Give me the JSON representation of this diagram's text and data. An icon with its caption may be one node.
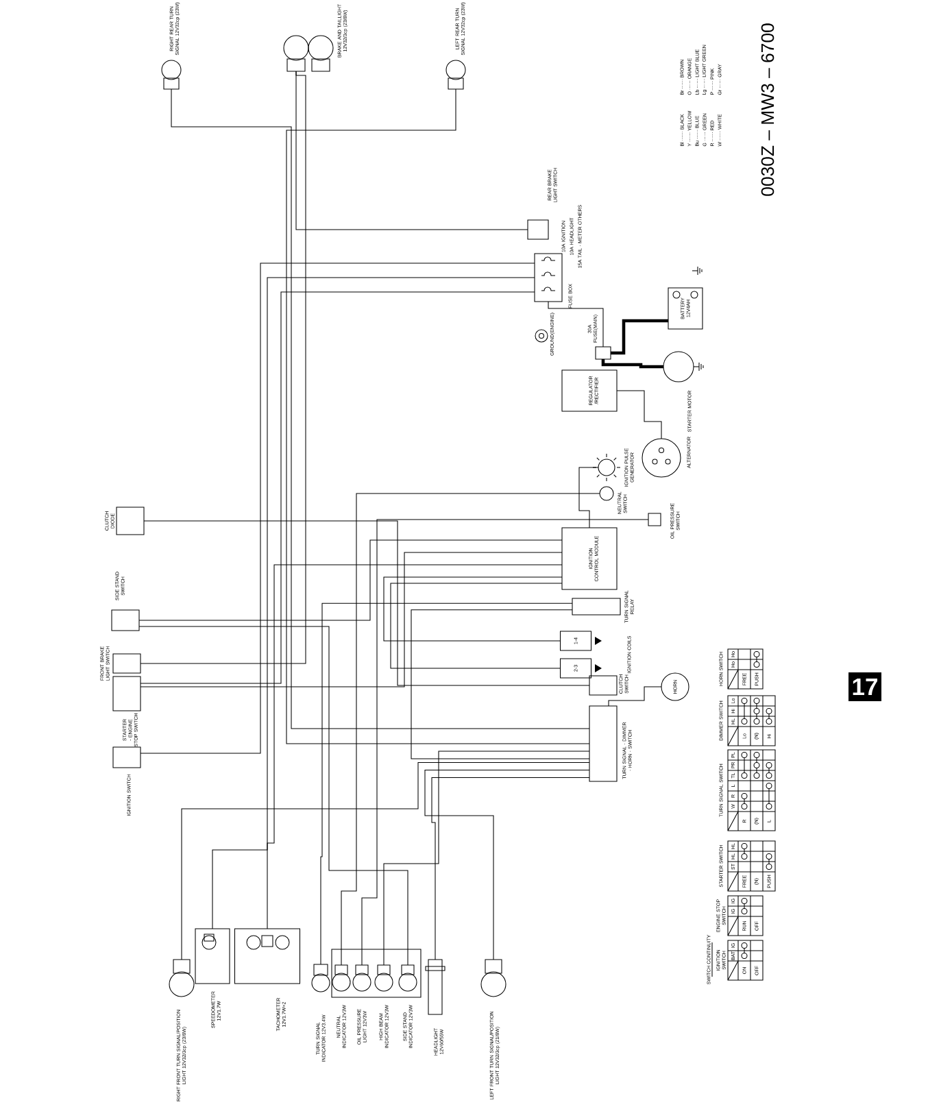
{
  "diagram": {
    "nodes": [
      {
        "text": [
          "RIGHT REAR TURN SIGNAL 12V32cp (23W)"
        ]
      },
      {
        "text": [
          "BRAKE AND TAILLIGHT 12V32/3cp (23/8W)"
        ]
      },
      {
        "text": [
          "LEFT REAR TURN SIGNAL 12V32cp (23W)"
        ]
      },
      {
        "text": [
          "REAR BRAKE LIGHT SWITCH"
        ]
      },
      {
        "text": [
          "10A IGNITION",
          "10A HEADLIGHT",
          "15A TAIL · METER OTHERS",
          "FUSE BOX"
        ]
      },
      {
        "text": [
          "GROUND(ENGINE)"
        ]
      },
      {
        "text": [
          "30A FUSE(MAIN)"
        ]
      },
      {
        "text": [
          "BATTERY 12V4AH"
        ]
      },
      {
        "text": [
          "REGULATOR /RECTIFIER"
        ]
      },
      {
        "text": [
          "STARTER MOTOR"
        ]
      },
      {
        "text": [
          "ALTERNATOR"
        ]
      },
      {
        "text": [
          "IGNITION PULSE GENERATOR"
        ]
      },
      {
        "text": [
          "NEUTRAL SWITCH"
        ]
      },
      {
        "text": [
          "OIL PRESSURE SWITCH"
        ]
      },
      {
        "text": [
          "IGNITION CONTROL MODULE"
        ]
      },
      {
        "text": [
          "TURN SIGNAL RELAY"
        ]
      },
      {
        "text": [
          "1-4"
        ]
      },
      {
        "text": [
          "2-3"
        ]
      },
      {
        "text": [
          "HORN"
        ]
      },
      {
        "text": [
          "CLUTCH SWITCH"
        ]
      },
      {
        "text": [
          "TURN SIGNAL · DIMMER · HORN · SWITCH"
        ]
      },
      {
        "text": [
          "CLUTCH DIODE"
        ]
      },
      {
        "text": [
          "SIDE STAND SWITCH"
        ]
      },
      {
        "text": [
          "FRONT BRAKE LIGHT SWITCH"
        ]
      },
      {
        "text": [
          "STARTER - ENGINE STOP SWITCH"
        ]
      },
      {
        "text": [
          "IGNITION SWITCH"
        ]
      },
      {
        "text": [
          "RIGHT FRONT TURN SIGNAL/POSITION LIGHT 12V32/3cp (23/8W)"
        ]
      },
      {
        "text": [
          "SPEEDOMETER 12V1.7W"
        ]
      },
      {
        "text": [
          "TACHOMETER 12V1.7W×2"
        ]
      },
      {
        "text": [
          "TURN SIGNAL INDICATOR 12V3.4W"
        ]
      },
      {
        "text": [],
        "shape": "box"
      },
      {
        "text": [
          "NEUTRAL INDICATOR 12V3W"
        ],
        "in": 30
      },
      {
        "text": [
          "OIL PRESSURE LIGHT 12V3W"
        ],
        "in": 30
      },
      {
        "text": [
          "HIGH BEAM INDICATOR 12V3W"
        ],
        "in": 30
      },
      {
        "text": [
          "SIDE STAND INDICATOR 12V3W"
        ],
        "in": 30
      },
      {
        "text": [
          "HEADLIGHT 12V60/55W"
        ]
      },
      {
        "text": [
          "LEFT FRONT TURN SIGNAL/POSITION LIGHT 12V32/3cp (21/8W)"
        ]
      }
    ],
    "edges": [
      {
        "from": 0,
        "to": 20,
        "arrow": "none"
      },
      {
        "from": 2,
        "to": 20,
        "arrow": "none"
      },
      {
        "from": 1,
        "to": 3,
        "arrow": "none"
      },
      {
        "from": 1,
        "to": 23,
        "arrow": "none"
      },
      {
        "from": 4,
        "to": 25,
        "arrow": "none"
      },
      {
        "from": 4,
        "to": 6,
        "arrow": "none"
      },
      {
        "from": 6,
        "to": 7,
        "arrow": "none",
        "style": "thick"
      },
      {
        "from": 6,
        "to": 9,
        "arrow": "none",
        "style": "thick"
      },
      {
        "from": 8,
        "to": 10,
        "arrow": "none"
      },
      {
        "from": 11,
        "to": 14,
        "arrow": "none"
      },
      {
        "from": 12,
        "to": 31,
        "arrow": "none"
      },
      {
        "from": 13,
        "to": 32,
        "arrow": "none"
      },
      {
        "from": 14,
        "to": 16,
        "arrow": "none"
      },
      {
        "from": 14,
        "to": 17,
        "arrow": "none"
      },
      {
        "from": 15,
        "to": 20,
        "arrow": "none"
      },
      {
        "from": 18,
        "to": 20,
        "arrow": "none"
      },
      {
        "from": 19,
        "to": 21,
        "arrow": "none"
      },
      {
        "from": 14,
        "to": 22,
        "arrow": "none"
      },
      {
        "from": 24,
        "to": 14,
        "arrow": "none"
      },
      {
        "from": 26,
        "to": 20,
        "arrow": "none"
      },
      {
        "from": 36,
        "to": 20,
        "arrow": "none"
      },
      {
        "from": 35,
        "to": 20,
        "arrow": "none"
      },
      {
        "from": 29,
        "to": 15,
        "arrow": "none"
      },
      {
        "from": 33,
        "to": 20,
        "arrow": "none"
      },
      {
        "from": 34,
        "to": 22,
        "arrow": "none"
      },
      {
        "from": 27,
        "to": 4,
        "arrow": "none"
      },
      {
        "from": 28,
        "to": 14,
        "arrow": "none"
      },
      {
        "from": 4,
        "to": 24,
        "arrow": "none"
      }
    ],
    "labels": [
      "Bl ······ BLACK",
      "Y ······ YELLOW",
      "Bu ······ BLUE",
      "G ······ GREEN",
      "R ······ RED",
      "W ······ WHITE",
      "Br ······ BROWN",
      "O ······ ORANGE",
      "Lb ······ LIGHT BLUE",
      "Lg ······ LIGHT GREEN",
      "P ······ PINK",
      "Gr ······ GRAY",
      "0030Z – MW3 – 6700",
      "IGNITION COILS",
      "17",
      "SWITCH CONTINUITY",
      "IGNITION SWITCH",
      "BAT",
      "IG",
      "ON",
      "OFF",
      "ENGINE STOP SWITCH",
      "IG",
      "IG",
      "RUN",
      "OFF",
      "STARTER SWITCH",
      "ST",
      "HL",
      "HL",
      "FREE",
      "(N)",
      "PUSH",
      "TURN SIGNAL SWITCH",
      "W",
      "R",
      "L",
      "TL",
      "PR",
      "PL",
      "R",
      "(N)",
      "L",
      "DIMMER SWITCH",
      "HL",
      "Hi",
      "Lo",
      "Lo",
      "(N)",
      "Hi",
      "HORN SWITCH",
      "Ho",
      "Ho",
      "FREE",
      "PUSH"
    ]
  }
}
